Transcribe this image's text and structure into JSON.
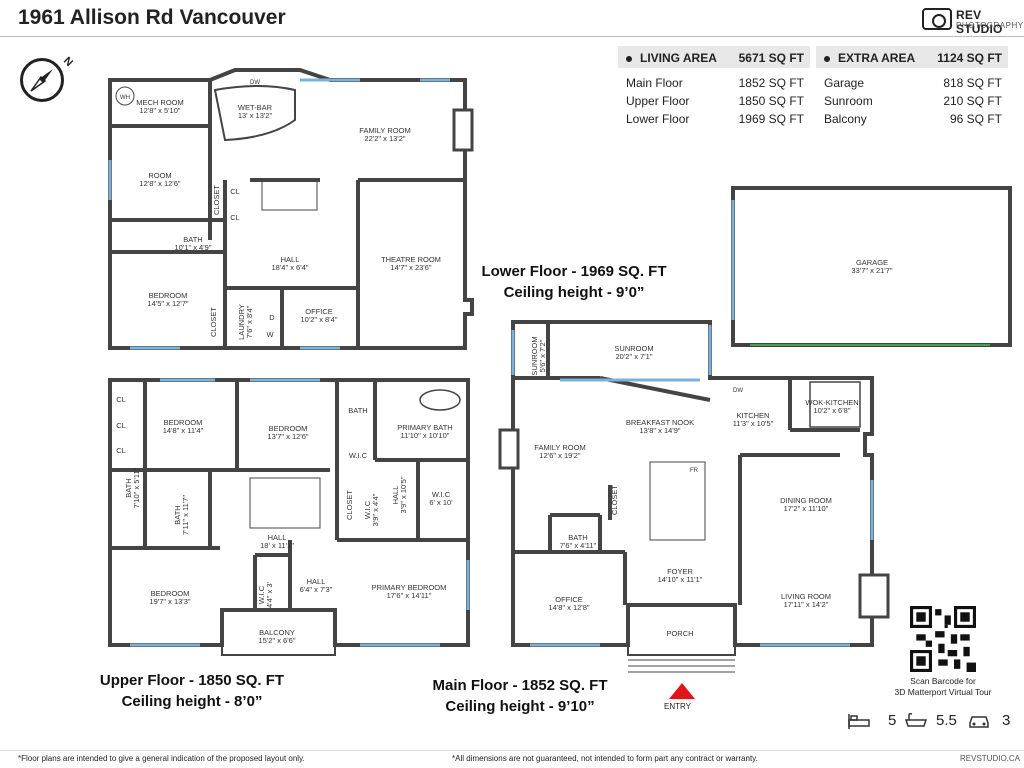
{
  "header": {
    "title": "1961 Allison Rd Vancouver",
    "brand": "REV STUDIO",
    "brand_sub": "PHOTOGRAPHY"
  },
  "living_area": {
    "label": "LIVING AREA",
    "total": "5671 SQ FT",
    "rows": [
      {
        "label": "Main Floor",
        "value": "1852 SQ FT"
      },
      {
        "label": "Upper Floor",
        "value": "1850 SQ FT"
      },
      {
        "label": "Lower Floor",
        "value": "1969 SQ FT"
      }
    ]
  },
  "extra_area": {
    "label": "EXTRA AREA",
    "total": "1124 SQ FT",
    "rows": [
      {
        "label": "Garage",
        "value": "818 SQ FT"
      },
      {
        "label": "Sunroom",
        "value": "210 SQ FT"
      },
      {
        "label": "Balcony",
        "value": "96 SQ FT"
      }
    ]
  },
  "floors": {
    "lower": {
      "title": "Lower Floor - 1969 SQ. FT",
      "ceiling": "Ceiling height - 9’0”"
    },
    "upper": {
      "title": "Upper Floor - 1850 SQ. FT",
      "ceiling": "Ceiling height - 8’0”"
    },
    "main": {
      "title": "Main Floor - 1852 SQ. FT",
      "ceiling": "Ceiling height - 9’10”"
    }
  },
  "rooms": {
    "lower": [
      {
        "name": "MECH ROOM",
        "dim": "12'8\" x 5'10\""
      },
      {
        "name": "WET-BAR",
        "dim": "13' x 13'2\""
      },
      {
        "name": "FAMILY ROOM",
        "dim": "22'2\" x 13'2\""
      },
      {
        "name": "ROOM",
        "dim": "12'8\" x 12'6\""
      },
      {
        "name": "BATH",
        "dim": "10'1\" x 4'9\""
      },
      {
        "name": "HALL",
        "dim": "18'4\" x 6'4\""
      },
      {
        "name": "THEATRE ROOM",
        "dim": "14'7\" x 23'6\""
      },
      {
        "name": "BEDROOM",
        "dim": "14'5\" x 12'7\""
      },
      {
        "name": "LAUNDRY",
        "dim": "7'6\" x 8'4\""
      },
      {
        "name": "OFFICE",
        "dim": "10'2\" x 8'4\""
      }
    ],
    "lower_small": [
      "WH",
      "DW",
      "CL",
      "CL",
      "CLOSET",
      "CLOSET",
      "D",
      "W"
    ],
    "upper": [
      {
        "name": "BEDROOM",
        "dim": "14'8\" x 11'4\""
      },
      {
        "name": "BEDROOM",
        "dim": "13'7\" x 12'6\""
      },
      {
        "name": "BATH",
        "dim": ""
      },
      {
        "name": "PRIMARY BATH",
        "dim": "11'10\" x 10'10\""
      },
      {
        "name": "W.I.C",
        "dim": ""
      },
      {
        "name": "W.I.C",
        "dim": "6' x 10'"
      },
      {
        "name": "HALL",
        "dim": "18' x 11'1\""
      },
      {
        "name": "HALL",
        "dim": "6'4\" x 7'3\""
      },
      {
        "name": "BEDROOM",
        "dim": "19'7\" x 13'3\""
      },
      {
        "name": "PRIMARY BEDROOM",
        "dim": "17'6\" x 14'11\""
      },
      {
        "name": "BALCONY",
        "dim": "15'2\" x 6'6\""
      }
    ],
    "upper_small": [
      "CL",
      "CL",
      "CL",
      "BATH",
      "7'10\" x 5'11\"",
      "BATH",
      "7'11\" x 11'7\"",
      "CLOSET",
      "W.I.C",
      "3'9\" x 4'4\"",
      "HALL",
      "3'9\" x 10'5\"",
      "W.I.C",
      "4'4\" x 3'"
    ],
    "main": [
      {
        "name": "GARAGE",
        "dim": "33'7\" x 21'7\""
      },
      {
        "name": "SUNROOM",
        "dim": "20'2\" x 7'1\""
      },
      {
        "name": "SUNROOM",
        "dim": "5'6\" x 7'2\""
      },
      {
        "name": "BREAKFAST NOOK",
        "dim": "13'8\" x 14'9\""
      },
      {
        "name": "KITCHEN",
        "dim": "11'3\" x 10'5\""
      },
      {
        "name": "WOK-KITCHEN",
        "dim": "10'2\" x 6'8\""
      },
      {
        "name": "FAMILY ROOM",
        "dim": "12'6\" x 19'2\""
      },
      {
        "name": "DINING ROOM",
        "dim": "17'2\" x 11'10\""
      },
      {
        "name": "BATH",
        "dim": "7'6\" x 4'11\""
      },
      {
        "name": "FOYER",
        "dim": "14'10\" x 11'1\""
      },
      {
        "name": "OFFICE",
        "dim": "14'8\" x 12'8\""
      },
      {
        "name": "LIVING ROOM",
        "dim": "17'11\" x 14'2\""
      },
      {
        "name": "PORCH",
        "dim": ""
      }
    ],
    "main_small": [
      "DW",
      "FR",
      "CLOSET"
    ]
  },
  "entry": "ENTRY",
  "qr_text": "Scan Barcode for\n3D Matterport Virtual Tour",
  "stats": {
    "beds": "5",
    "baths": "5.5",
    "parking": "3"
  },
  "footer": {
    "disclaimer_1": "*Floor plans are intended to give a general indication of the proposed layout only.",
    "disclaimer_2": "*All dimensions are not guaranteed, not intended to form part any contract or warranty.",
    "site": "REVSTUDIO.CA"
  },
  "compass_letter": "N",
  "colors": {
    "wall": "#444444",
    "window": "#7fb0d8",
    "door": "#3aa35a",
    "entry_arrow": "#e0151b",
    "table_header": "#e8e8e8"
  }
}
